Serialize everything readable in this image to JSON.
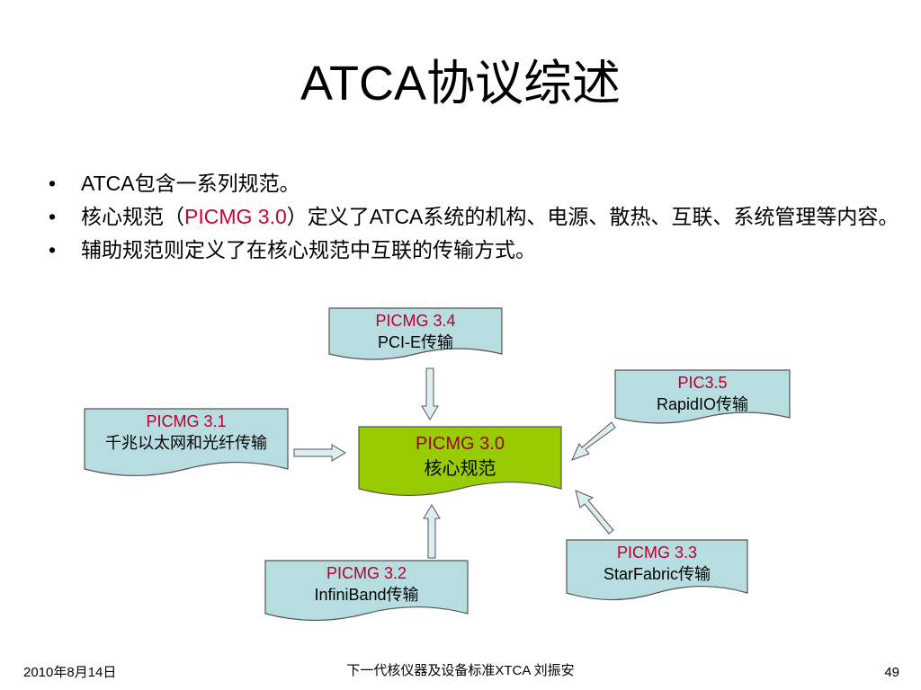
{
  "slide": {
    "title": "ATCA协议综述",
    "bullets": [
      {
        "pre": "ATCA包含一系列规范。",
        "hl": "",
        "post": ""
      },
      {
        "pre": "核心规范（",
        "hl": "PICMG 3.0",
        "post": "）定义了ATCA系统的机构、电源、散热、互联、系统管理等内容。"
      },
      {
        "pre": "辅助规范则定义了在核心规范中互联的传输方式。",
        "hl": "",
        "post": ""
      }
    ]
  },
  "diagram": {
    "center": {
      "line1": "PICMG 3.0",
      "line2": "核心规范"
    },
    "top": {
      "line1": "PICMG 3.4",
      "line2": "PCI-E传输"
    },
    "left": {
      "line1": "PICMG 3.1",
      "line2": "千兆以太网和光纤传输"
    },
    "top_right": {
      "line1": "PIC3.5",
      "line2": "RapidIO传输"
    },
    "bottom_right": {
      "line1": "PICMG 3.3",
      "line2": "StarFabric传输"
    },
    "bottom": {
      "line1": "PICMG 3.2",
      "line2": "InfiniBand传输"
    }
  },
  "footer": {
    "date": "2010年8月14日",
    "center_text": "下一代核仪器及设备标准XTCA  刘振安",
    "page_number": "49"
  },
  "colors": {
    "box_fill": "#b7dde0",
    "center_fill": "#99cc00",
    "label_red": "#b8002e",
    "arrow_fill": "#ddeef0"
  }
}
